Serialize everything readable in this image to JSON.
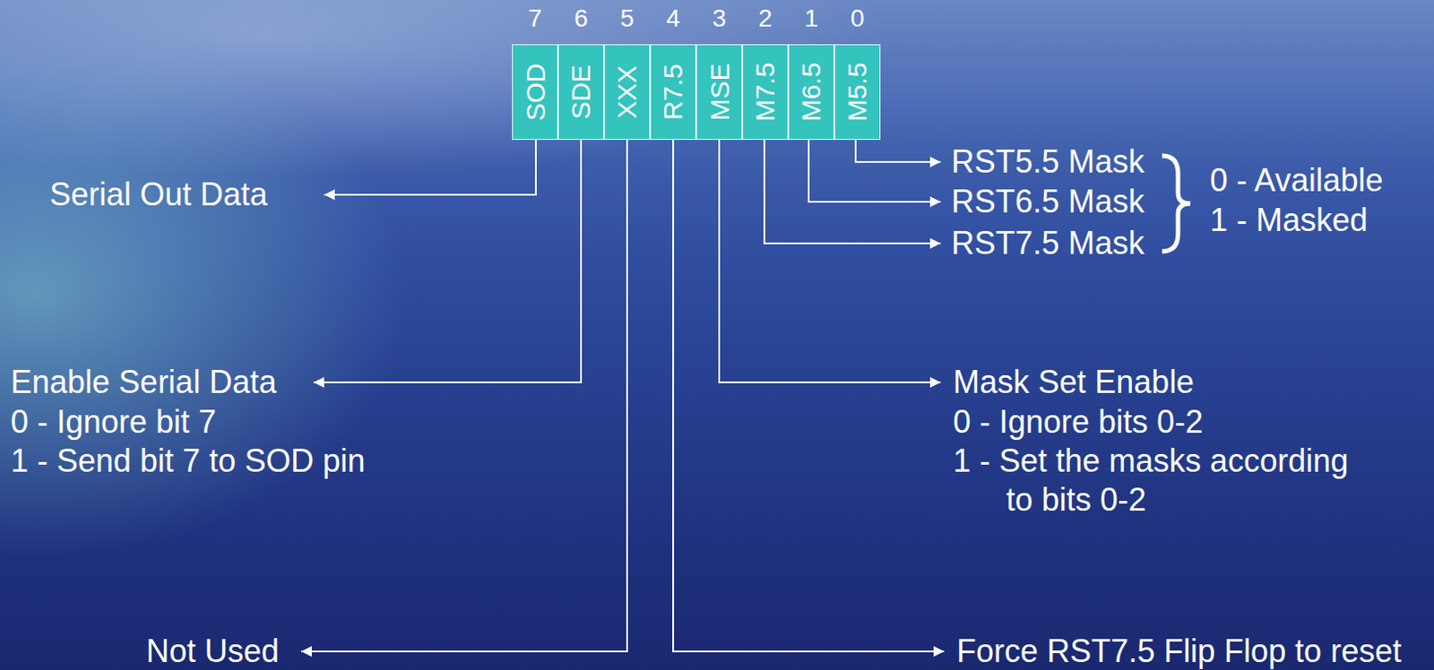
{
  "diagram": {
    "nodes": [
      {
        "text": [
          "SOD"
        ]
      },
      {
        "text": [
          "SDE"
        ]
      },
      {
        "text": [
          "XXX"
        ]
      },
      {
        "text": [
          "R7.5"
        ]
      },
      {
        "text": [
          "MSE"
        ]
      },
      {
        "text": [
          "M7.5"
        ]
      },
      {
        "text": [
          "M6.5"
        ]
      },
      {
        "text": [
          "M5.5"
        ]
      }
    ],
    "labels": [
      "7",
      "6",
      "5",
      "4",
      "3",
      "2",
      "1",
      "0",
      "Serial Out Data",
      "Enable Serial Data",
      "0 - Ignore bit 7",
      "1 - Send bit 7 to SOD pin",
      "Not Used",
      "RST5.5 Mask",
      "RST6.5 Mask",
      "RST7.5 Mask",
      "0 - Available",
      "1 - Masked",
      "Mask Set Enable",
      "0 - Ignore bits 0-2",
      "1 - Set the masks according to bits 0-2",
      "Force RST7.5 Flip Flop to reset"
    ]
  }
}
